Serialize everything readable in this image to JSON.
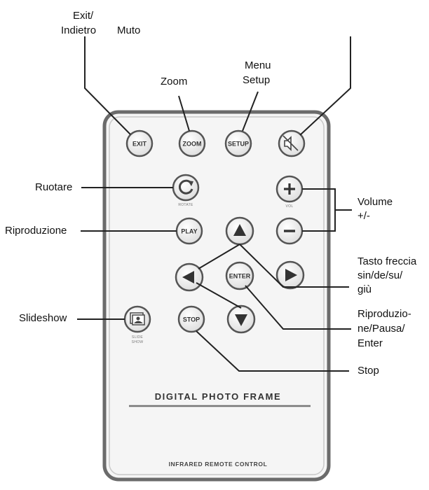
{
  "remote": {
    "title": "DIGITAL PHOTO FRAME",
    "footer": "INFRARED REMOTE CONTROL",
    "buttons": {
      "exit": "EXIT",
      "zoom": "ZOOM",
      "setup": "SETUP",
      "play": "PLAY",
      "enter": "ENTER",
      "stop": "STOP"
    },
    "small_labels": {
      "rotate": "ROTATE",
      "vol": "VOL",
      "slide_1": "SLIDE",
      "slide_2": "SHOW"
    },
    "colors": {
      "body_fill": "#f4f4f4",
      "body_stroke": "#6e6e6e",
      "button_fill": "#efefef",
      "button_stroke": "#555555",
      "leader_line": "#222222"
    }
  },
  "callouts": {
    "exit_1": "Exit/",
    "exit_2": "Indietro",
    "mute": "Muto",
    "zoom": "Zoom",
    "menu_1": "Menu",
    "menu_2": "Setup",
    "rotate": "Ruotare",
    "volume_1": "Volume",
    "volume_2": "+/-",
    "play": "Riproduzione",
    "arrows_1": "Tasto freccia",
    "arrows_2": "sin/de/su/",
    "arrows_3": "giù",
    "enter_1": "Riproduzio-",
    "enter_2": "ne/Pausa/",
    "enter_3": "Enter",
    "slideshow": "Slideshow",
    "stop": "Stop"
  }
}
